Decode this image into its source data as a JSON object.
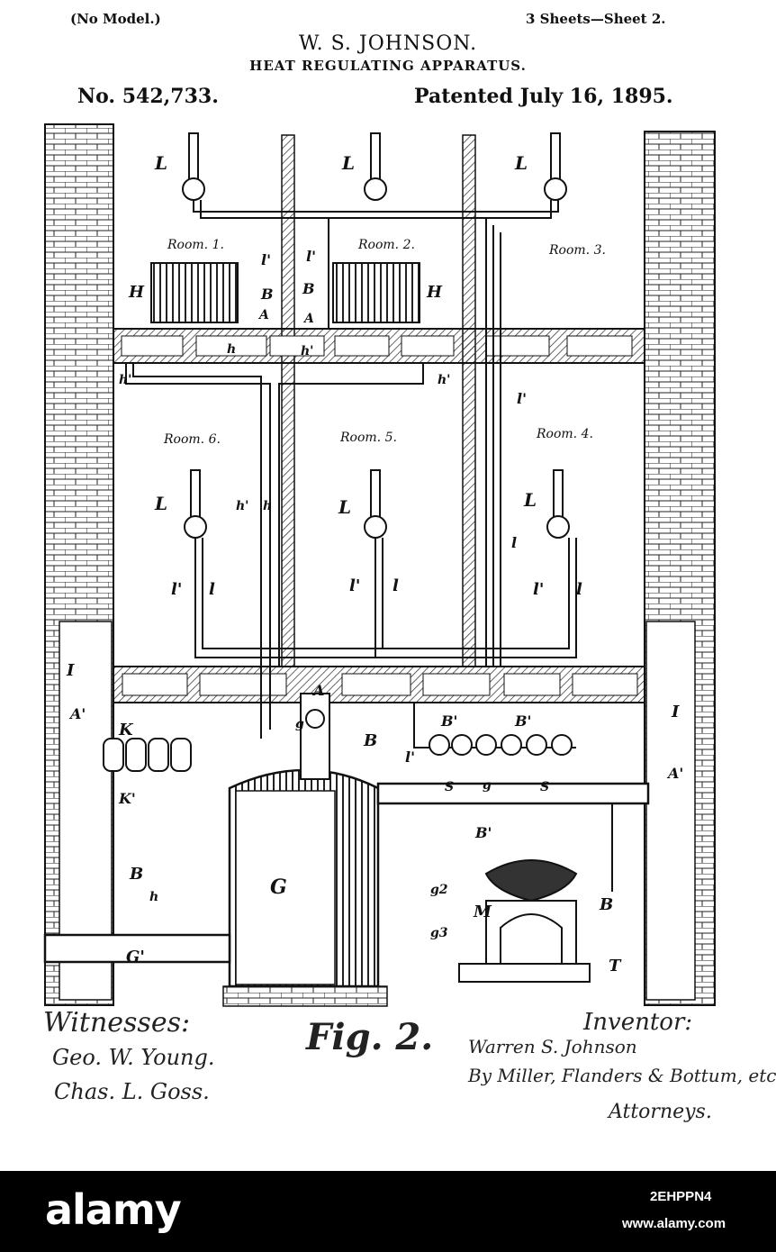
{
  "patent": {
    "model_note": "(No Model.)",
    "sheet_info": "3 Sheets—Sheet 2.",
    "inventor_name": "W. S. JOHNSON.",
    "title": "HEAT REGULATING APPARATUS.",
    "number": "No. 542,733.",
    "date": "Patented July 16, 1895."
  },
  "drawing": {
    "rooms": [
      "Room. 1.",
      "Room. 2.",
      "Room. 3.",
      "Room. 6.",
      "Room. 5.",
      "Room. 4."
    ],
    "labels": {
      "L": "L",
      "H": "H",
      "B": "B",
      "A": "A",
      "G": "G",
      "M": "M",
      "T": "T",
      "I": "I",
      "h": "h",
      "h_prime": "h'",
      "l": "l",
      "l_prime": "l'",
      "K": "K",
      "K_prime": "K'",
      "B_prime": "B'",
      "A_prime": "A'",
      "G_prime": "G'",
      "g": "g",
      "g2": "g2",
      "g3": "g3",
      "S": "S"
    },
    "figure_label": "Fig. 2."
  },
  "signatures": {
    "witnesses_title": "Witnesses:",
    "witness_1": "Geo. W. Young.",
    "witness_2": "Chas. L. Goss.",
    "inventor_title": "Inventor:",
    "inventor_signature": "Warren S. Johnson",
    "by_line": "By Miller, Flanders & Bottum, etc.",
    "attorneys": "Attorneys."
  },
  "watermark": {
    "logo": "alamy",
    "image_code": "2EHPPN4",
    "site": "www.alamy.com"
  }
}
